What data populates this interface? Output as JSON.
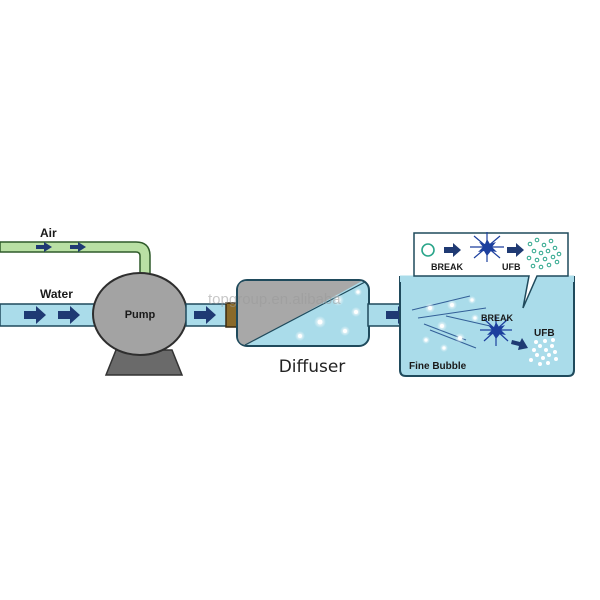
{
  "labels": {
    "air": "Air",
    "water": "Water",
    "pump": "Pump",
    "diffuser": "Diffuser",
    "fine_bubble": "Fine Bubble",
    "break_tank": "BREAK",
    "ufb_tank": "UFB",
    "break_callout": "BREAK",
    "ufb_callout": "UFB"
  },
  "watermark": "topgroup.en.alibaba",
  "colors": {
    "water": "#aadcea",
    "water_stroke": "#1f4a5c",
    "air_pipe": "#b9e0a4",
    "pump": "#a3a3a3",
    "pump_base": "#6a6a6a",
    "diffuser_gray": "#a8a8a8",
    "arrow": "#1f3a73",
    "star": "#1c3f9e",
    "bubble": "#ffffff"
  }
}
